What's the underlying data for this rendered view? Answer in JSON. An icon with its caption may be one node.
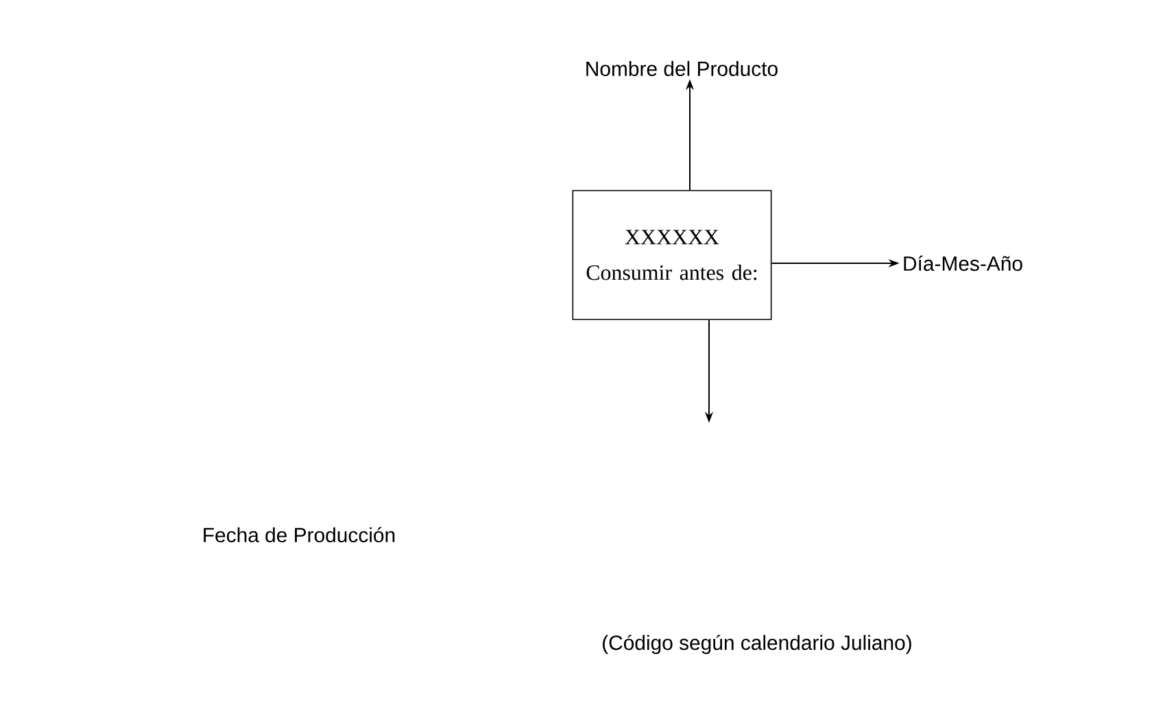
{
  "diagram": {
    "nodes": [
      {
        "text": [
          "XXXXXX",
          "Consumir antes de:"
        ]
      },
      {
        "text": [
          "Nombre del Producto"
        ]
      },
      {
        "text": [
          "Día-Mes-Año"
        ]
      }
    ],
    "edges": [
      {
        "from": 0,
        "to": 1,
        "arrow": "to"
      },
      {
        "from": 0,
        "to": 2,
        "arrow": "to"
      },
      {
        "from": 0,
        "to": null,
        "arrow": "to"
      }
    ],
    "labels": [
      "Fecha de Producción",
      "(Código según calendario Juliano)"
    ]
  }
}
